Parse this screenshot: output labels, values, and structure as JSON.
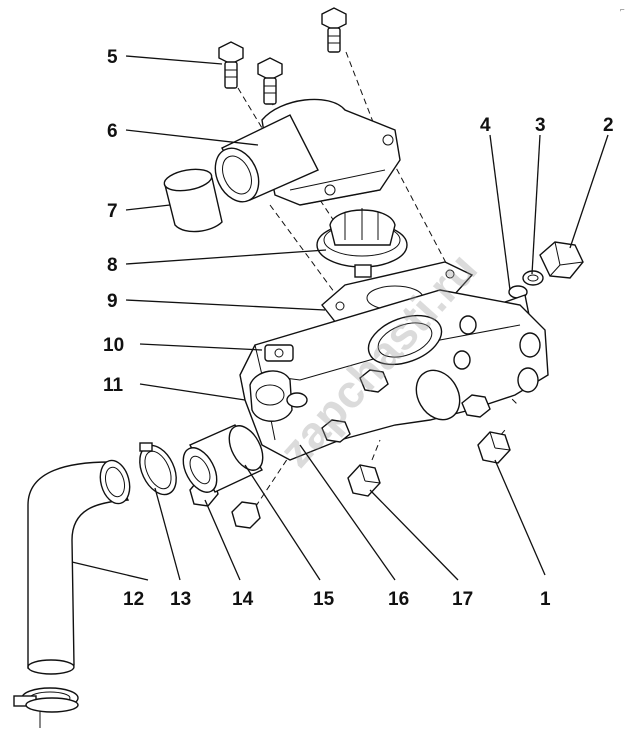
{
  "diagram": {
    "corner_mark": "⌐",
    "watermark": "zapchasti.ru",
    "callouts": [
      {
        "id": "1",
        "label": "1"
      },
      {
        "id": "2",
        "label": "2"
      },
      {
        "id": "3",
        "label": "3"
      },
      {
        "id": "4",
        "label": "4"
      },
      {
        "id": "5",
        "label": "5"
      },
      {
        "id": "6",
        "label": "6"
      },
      {
        "id": "7",
        "label": "7"
      },
      {
        "id": "8",
        "label": "8"
      },
      {
        "id": "9",
        "label": "9"
      },
      {
        "id": "10",
        "label": "10"
      },
      {
        "id": "11",
        "label": "11"
      },
      {
        "id": "12",
        "label": "12"
      },
      {
        "id": "13",
        "label": "13"
      },
      {
        "id": "14",
        "label": "14"
      },
      {
        "id": "15",
        "label": "15"
      },
      {
        "id": "16",
        "label": "16"
      },
      {
        "id": "17",
        "label": "17"
      }
    ]
  }
}
